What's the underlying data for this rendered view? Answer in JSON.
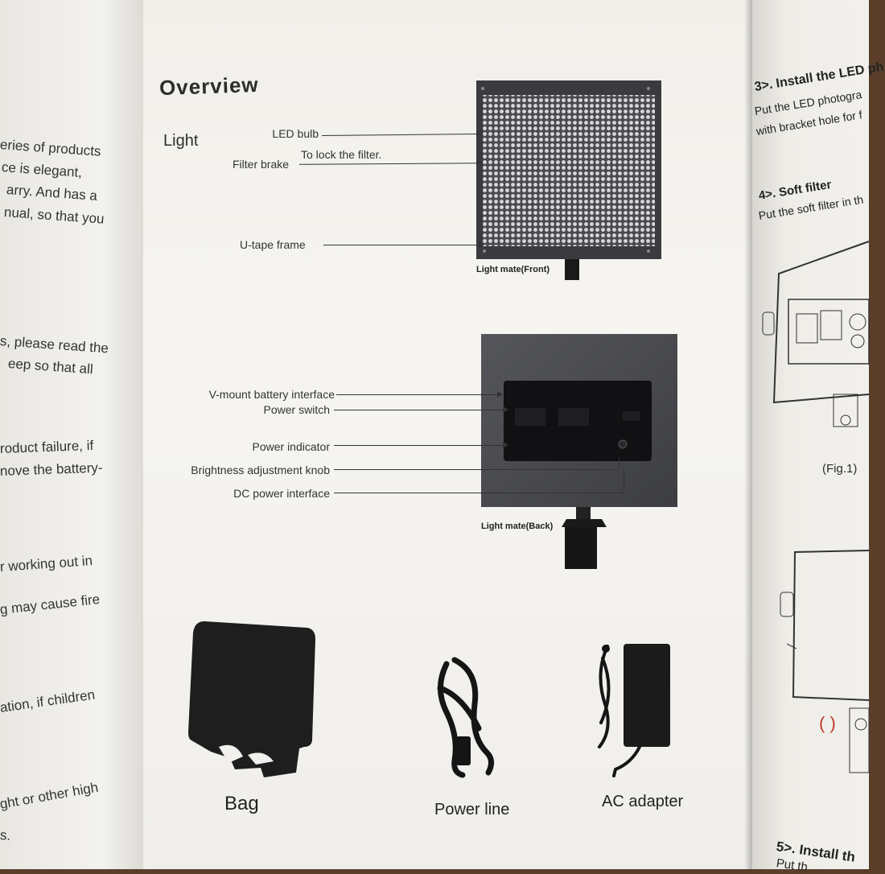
{
  "left_fragments": [
    "eries of products",
    "ce is elegant,",
    "arry. And has a",
    "nual, so that you",
    "s, please read the",
    "eep so that all",
    "roduct failure, if",
    "nove the battery-",
    "r working out in",
    "g may cause fire",
    "ation, if children",
    "ght or other high",
    "s."
  ],
  "overview": {
    "title": "Overview",
    "light_label": "Light",
    "front": {
      "callouts": {
        "led_bulb": "LED bulb",
        "filter_brake": "Filter brake",
        "filter_note": "To lock the filter.",
        "u_tape_frame": "U-tape frame"
      },
      "caption": "Light mate(Front)"
    },
    "back": {
      "callouts": {
        "vmount": "V-mount battery interface",
        "power_switch": "Power switch",
        "power_indicator": "Power indicator",
        "brightness_knob": "Brightness adjustment knob",
        "dc_power": "DC power interface"
      },
      "caption": "Light mate(Back)"
    }
  },
  "accessories": {
    "bag": "Bag",
    "power_line": "Power line",
    "ac_adapter": "AC adapter"
  },
  "right_fragments": {
    "step3_title": "3>. Install the LED ph",
    "step3_line1": "Put the LED photogra",
    "step3_line2": "with bracket hole for f",
    "step4_title": "4>. Soft filter",
    "step4_line1": "Put the soft filter in th",
    "fig1": "(Fig.1)",
    "step5_title": "5>. Install th",
    "step5_line1": "Put th"
  },
  "colors": {
    "paper": "#f4f3ef",
    "ink": "#2d2d2d",
    "panel_dark": "#3a3a3d",
    "desk_wood": "#5a3e2a"
  }
}
